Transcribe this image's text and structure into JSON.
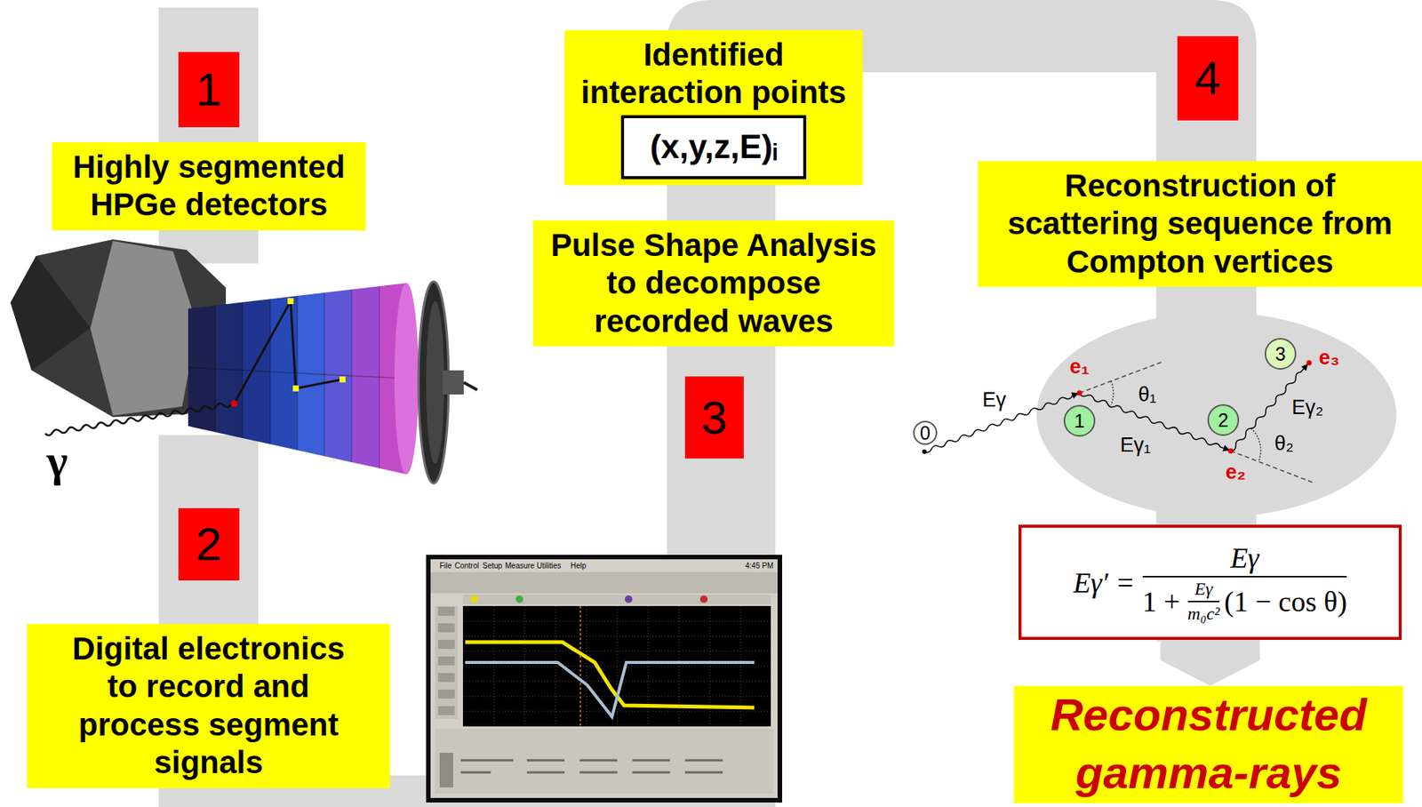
{
  "diagram": {
    "nodes": [
      {
        "text": [
          "1"
        ]
      },
      {
        "text": [
          "Highly segmented HPGe detectors"
        ]
      },
      {
        "text": [
          "2"
        ]
      },
      {
        "text": [
          "Digital electronics to record and process segment signals"
        ]
      },
      {
        "text": [
          "Identified interaction points"
        ]
      },
      {
        "text": [
          "(x,y,z,E)ᵢ"
        ],
        "in": 4
      },
      {
        "text": [
          "Pulse Shape Analysis to decompose recorded waves"
        ]
      },
      {
        "text": [
          "3"
        ]
      },
      {
        "text": [
          "4"
        ]
      },
      {
        "text": [
          "Reconstruction of scattering sequence from Compton vertices"
        ]
      },
      {
        "text": [
          "0"
        ]
      },
      {
        "text": [
          "1"
        ]
      },
      {
        "text": [
          "2"
        ]
      },
      {
        "text": [
          "3"
        ]
      },
      {
        "text": [
          "Eγ′",
          "=",
          "Eγ",
          "1 +",
          "Eγ",
          "m₀c²",
          "(1 − cos θ)"
        ]
      },
      {
        "text": [
          "Reconstructed gamma-rays"
        ]
      }
    ],
    "edges": [
      {
        "from": 14,
        "to": 15,
        "arrow": "to"
      }
    ],
    "labels": [
      "γ",
      "Eγ",
      "e₁",
      "θ₁",
      "Eγ₁",
      "e₂",
      "θ₂",
      "Eγ₂",
      "e₃",
      "File",
      "Control",
      "Setup",
      "Measure",
      "Utilities",
      "Help",
      "4:45 PM"
    ]
  }
}
